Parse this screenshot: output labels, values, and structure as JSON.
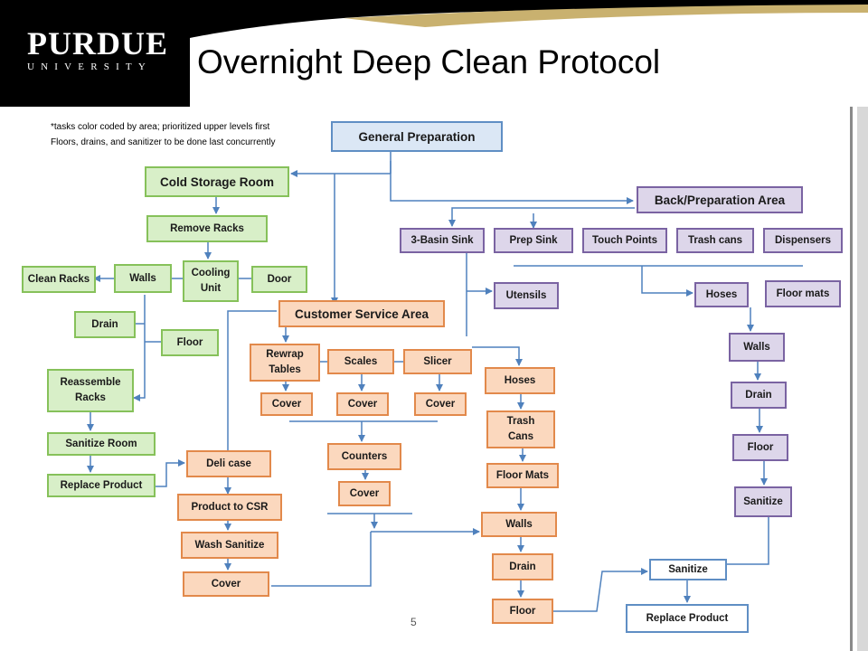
{
  "header": {
    "logo_main": "PURDUE",
    "logo_sub": "UNIVERSITY",
    "title": "Overnight Deep Clean Protocol"
  },
  "notes": {
    "line1": "*tasks color coded by area; prioritized upper levels first",
    "line2": "Floors, drains, and sanitizer to be done last concurrently"
  },
  "colors": {
    "cold_storage": "#86c15a",
    "back_prep": "#7a63a2",
    "customer_service": "#e2894b",
    "general": "#5f8ec4",
    "arrow": "#4f81bd"
  },
  "nodes": {
    "general_prep": "General Preparation",
    "cold_storage": "Cold Storage Room",
    "remove_racks": "Remove Racks",
    "cooling_unit": "Cooling\nUnit",
    "clean_racks": "Clean Racks",
    "cs_walls": "Walls",
    "door": "Door",
    "cs_drain": "Drain",
    "cs_floor": "Floor",
    "reassemble_racks": "Reassemble\nRacks",
    "sanitize_room": "Sanitize Room",
    "replace_product_cs": "Replace Product",
    "back_prep": "Back/Preparation Area",
    "basin_sink": "3-Basin Sink",
    "prep_sink": "Prep Sink",
    "touch_points": "Touch Points",
    "trash_cans_bp": "Trash cans",
    "dispensers": "Dispensers",
    "utensils": "Utensils",
    "bp_hoses": "Hoses",
    "bp_floor_mats": "Floor mats",
    "bp_walls": "Walls",
    "bp_drain": "Drain",
    "bp_floor": "Floor",
    "bp_sanitize": "Sanitize",
    "customer_service": "Customer Service Area",
    "rewrap_tables": "Rewrap\nTables",
    "scales": "Scales",
    "slicer": "Slicer",
    "cover_rewrap": "Cover",
    "cover_scales": "Cover",
    "cover_slicer": "Cover",
    "csa_hoses": "Hoses",
    "csa_trash_cans": "Trash\nCans",
    "csa_floor_mats": "Floor Mats",
    "csa_walls": "Walls",
    "csa_drain": "Drain",
    "csa_floor": "Floor",
    "deli_case": "Deli case",
    "product_to_csr": "Product to CSR",
    "wash_sanitize": "Wash Sanitize",
    "deli_cover": "Cover",
    "counters": "Counters",
    "counters_cover": "Cover",
    "final_sanitize": "Sanitize",
    "final_replace": "Replace Product"
  },
  "page_number": "5"
}
